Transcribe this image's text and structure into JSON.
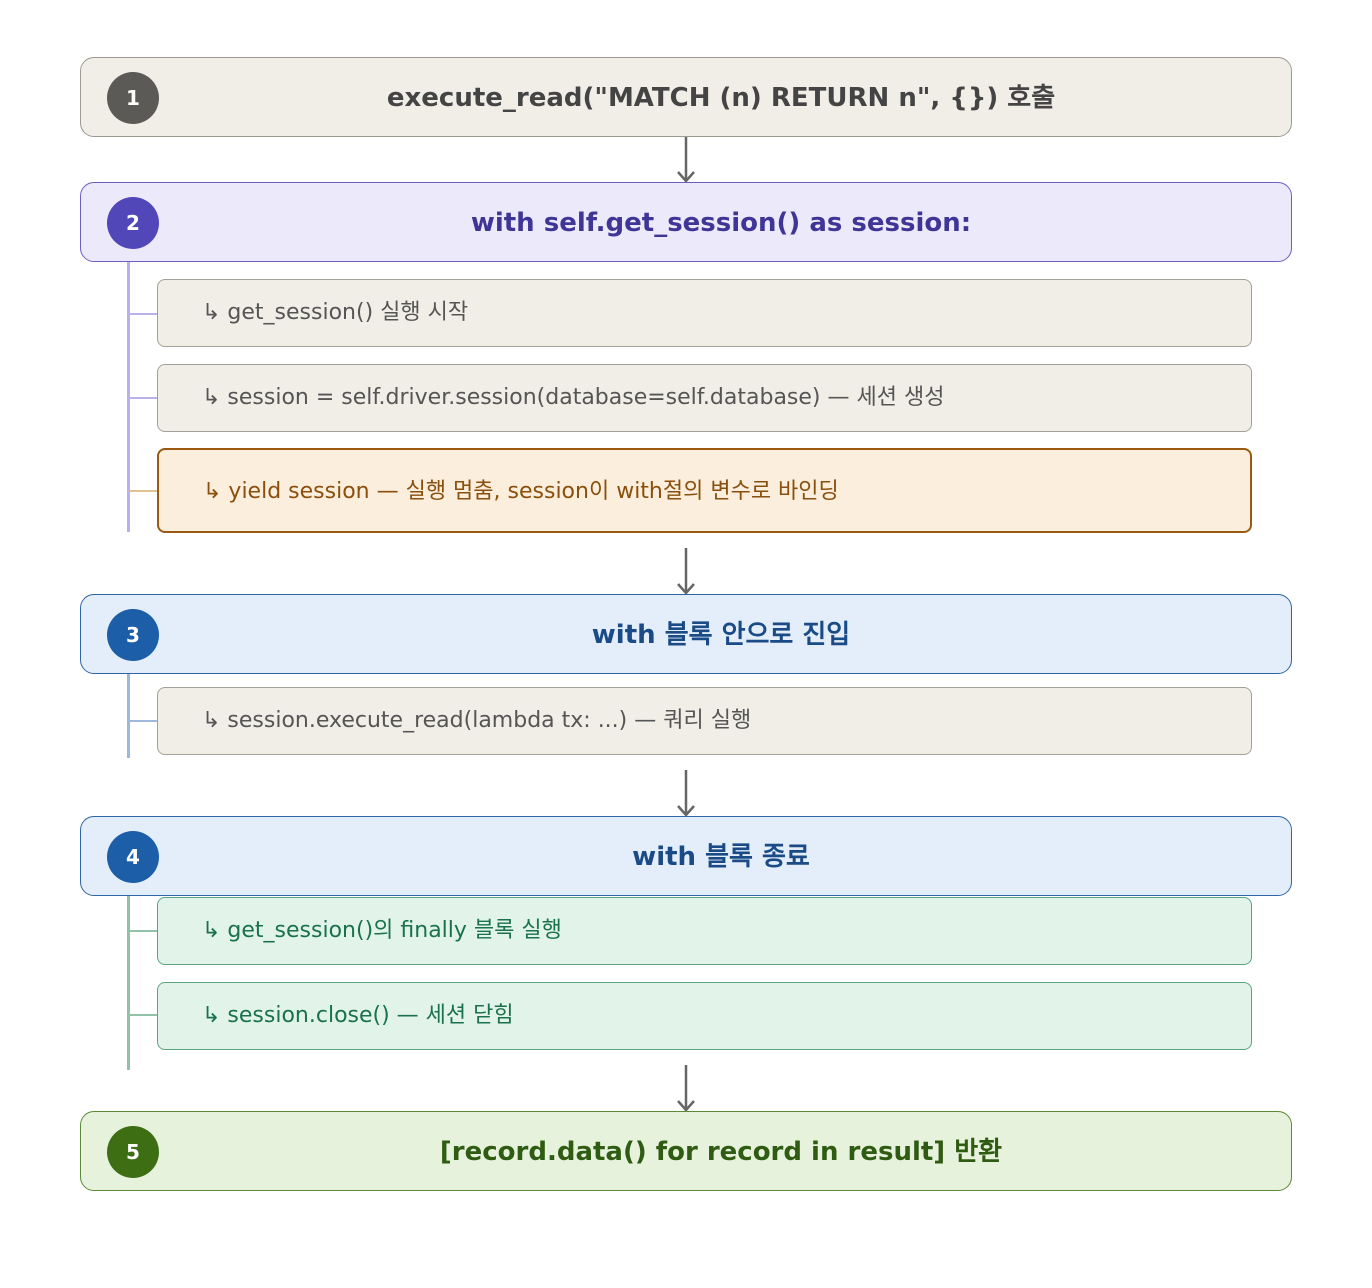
{
  "steps": [
    {
      "number": "1",
      "title": "execute_read(\"MATCH (n) RETURN n\", {}) 호출"
    },
    {
      "number": "2",
      "title": "with self.get_session() as session:"
    },
    {
      "number": "3",
      "title": "with 블록 안으로 진입"
    },
    {
      "number": "4",
      "title": "with 블록 종료"
    },
    {
      "number": "5",
      "title": "[record.data() for record in result] 반환"
    }
  ],
  "substeps": {
    "step2": [
      "↳ get_session() 실행 시작",
      "↳ session = self.driver.session(database=self.database) — 세션 생성",
      "↳ yield session — 실행 멈춤, session이 with절의 변수로 바인딩"
    ],
    "step3": [
      "↳ session.execute_read(lambda tx: ...) — 쿼리 실행"
    ],
    "step4": [
      "↳ get_session()의 finally 블록 실행",
      "↳ session.close() — 세션 닫힘"
    ]
  },
  "colors": {
    "gray": "#5c5a57",
    "purple": "#5147b9",
    "blue": "#1c5ea7",
    "green": "#3d6e14",
    "highlight_orange": "#9a5a12",
    "teal": "#19724d"
  }
}
